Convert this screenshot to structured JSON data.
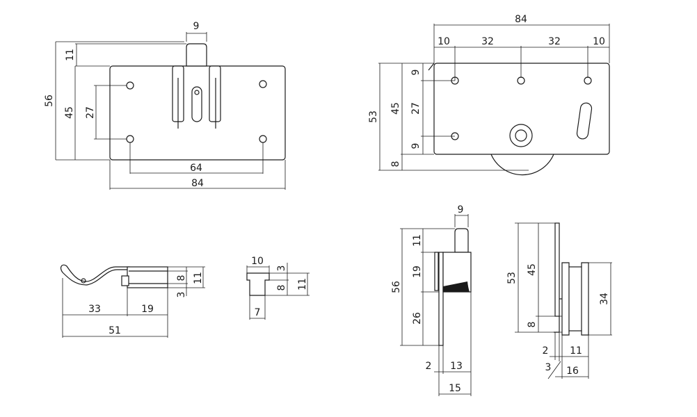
{
  "top_left": {
    "d_width_top": "9",
    "d_h_top": "11",
    "d_h_total": "56",
    "d_h_plate": "45",
    "d_hole_v": "27",
    "d_hole_h": "64",
    "d_width": "84"
  },
  "top_right": {
    "d_width": "84",
    "d_a": "10",
    "d_b": "32",
    "d_c": "32",
    "d_d": "10",
    "d_h_total": "53",
    "d_h_plate": "45",
    "d_top": "9",
    "d_mid": "27",
    "d_bot": "9",
    "d_wheel": "8"
  },
  "rail": {
    "d_h_small": "8",
    "d_h_big": "11",
    "d_lip": "3",
    "d_a": "33",
    "d_b": "19",
    "d_total": "51"
  },
  "stopper": {
    "d_top": "10",
    "d_h3": "3",
    "d_h8": "8",
    "d_h11": "11",
    "d_bottom": "7"
  },
  "side_a": {
    "d_top": "9",
    "d_h11": "11",
    "d_h19": "19",
    "d_h26": "26",
    "d_h56": "56",
    "d_w2": "2",
    "d_w13": "13",
    "d_w15": "15"
  },
  "side_b": {
    "d_h53": "53",
    "d_h45": "45",
    "d_h8": "8",
    "d_h34": "34",
    "d_w2": "2",
    "d_w11": "11",
    "d_w3": "3",
    "d_w16": "16"
  }
}
